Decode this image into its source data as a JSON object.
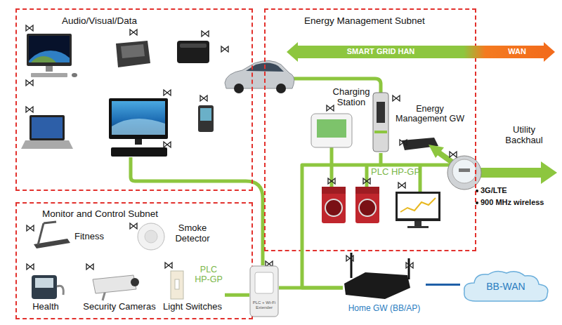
{
  "diagram": {
    "nodes": [
      {
        "text": [
          "Audio/Visual/Data"
        ]
      },
      {
        "text": [
          "Energy Management Subnet"
        ]
      },
      {
        "text": [
          "SMART GRID HAN",
          "WAN"
        ],
        "in": 1
      },
      {
        "text": [
          "Charging Station"
        ],
        "in": 1
      },
      {
        "text": [
          "Energy Management GW"
        ],
        "in": 1
      },
      {
        "text": [
          "Monitor and Control Subnet"
        ]
      },
      {
        "text": [
          "Fitness"
        ],
        "in": 5
      },
      {
        "text": [
          "Smoke Detector"
        ],
        "in": 5
      },
      {
        "text": [
          "Health"
        ],
        "in": 5
      },
      {
        "text": [
          "Security Cameras"
        ],
        "in": 5
      },
      {
        "text": [
          "Light Switches"
        ],
        "in": 5
      },
      {
        "text": [
          "PLC + Wi-Fi Extender"
        ]
      },
      {
        "text": [
          "Home GW (BB/AP)"
        ]
      },
      {
        "text": [
          "BB-WAN"
        ]
      }
    ],
    "edges": [
      {
        "from": 11,
        "to": 10,
        "label": "PLC HP-GP",
        "arrow": "none"
      },
      {
        "from": 11,
        "to": 12,
        "arrow": "none"
      },
      {
        "from": 12,
        "to": 13,
        "arrow": "none"
      },
      {
        "from": 12,
        "to": 3,
        "arrow": "none"
      }
    ],
    "labels": [
      "PLC HP-GP",
      "Utility Backhaul",
      "3G/LTE",
      "900 MHz wireless"
    ]
  }
}
